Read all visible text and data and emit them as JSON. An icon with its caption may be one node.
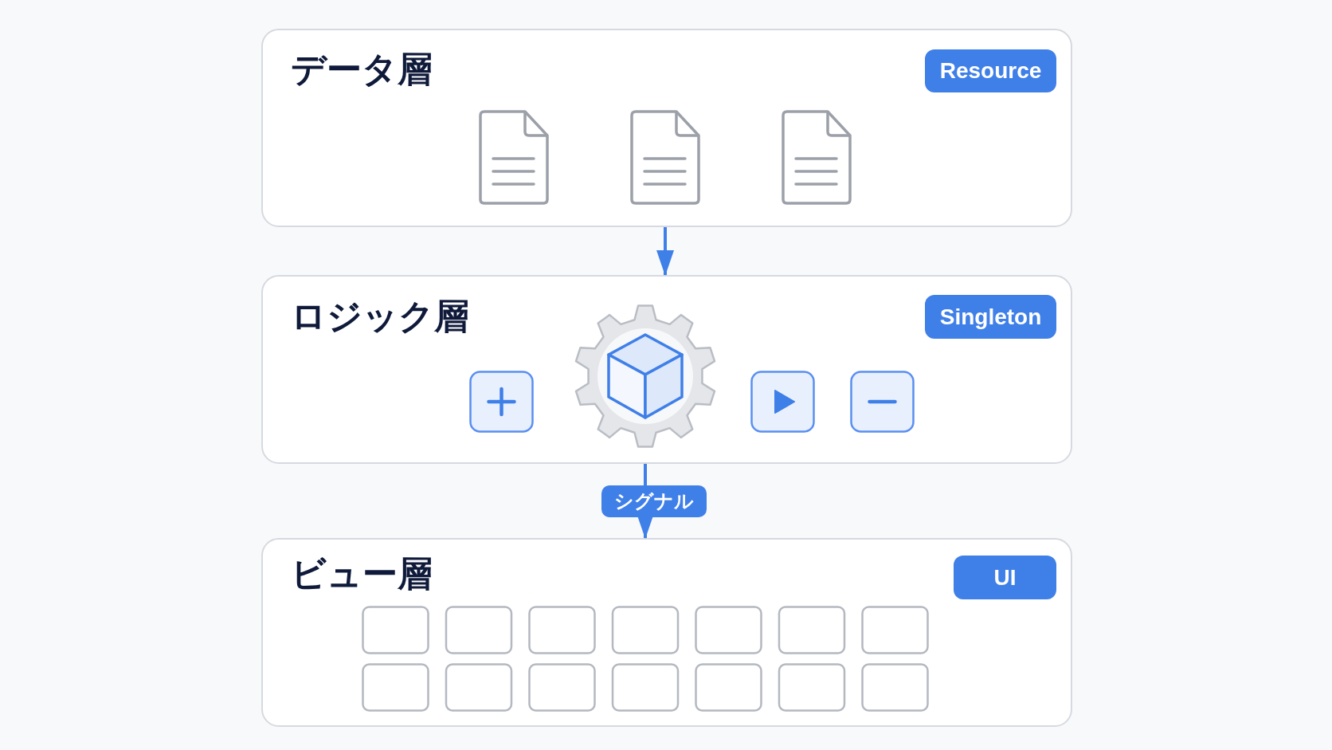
{
  "diagram": {
    "nodes": [
      {
        "text": [
          "データ層"
        ]
      },
      {
        "text": [
          "Resource"
        ],
        "in": 0
      },
      {
        "text": [
          "ロジック層"
        ]
      },
      {
        "text": [
          "Singleton"
        ],
        "in": 2
      },
      {
        "text": [
          "ビュー層"
        ]
      },
      {
        "text": [
          "UI"
        ],
        "in": 4
      }
    ],
    "edges": [
      {
        "from": 0,
        "to": 2,
        "arrow": "to"
      },
      {
        "from": 2,
        "to": 4,
        "arrow": "to",
        "label": "シグナル"
      }
    ]
  }
}
